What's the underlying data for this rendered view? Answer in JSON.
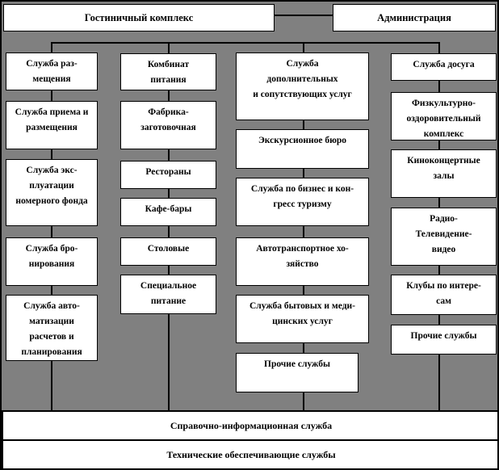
{
  "diagram": {
    "colors": {
      "background": "#808080",
      "box_fill": "#ffffff",
      "line": "#000000",
      "text": "#000000"
    },
    "root": {
      "label": "Гостиничный комплекс"
    },
    "admin": {
      "label": "Администрация"
    },
    "columns": [
      {
        "name": "accommodation",
        "boxes": [
          {
            "label": "Служба раз-\nмещения"
          },
          {
            "label": "Служба приема и\nразмещения"
          },
          {
            "label": "Служба экс-\nплуатации\nномерного фонда"
          },
          {
            "label": "Служба бро-\nнирования"
          },
          {
            "label": "Служба авто-\nматизации\nрасчетов и\nпланирования"
          }
        ]
      },
      {
        "name": "catering",
        "boxes": [
          {
            "label": "Комбинат\nпитания"
          },
          {
            "label": "Фабрика-\nзаготовочная"
          },
          {
            "label": "Рестораны"
          },
          {
            "label": "Кафе-бары"
          },
          {
            "label": "Столовые"
          },
          {
            "label": "Специальное\nпитание"
          }
        ]
      },
      {
        "name": "additional-services",
        "boxes": [
          {
            "label": "Служба\nдополнительных\nи сопутствующих услуг"
          },
          {
            "label": "Экскурсионное бюро"
          },
          {
            "label": "Служба по бизнес и кон-\nгресс туризму"
          },
          {
            "label": "Автотранспортное хо-\nзяйство"
          },
          {
            "label": "Служба бытовых и меди-\nцинских услуг"
          },
          {
            "label": "Прочие службы"
          }
        ]
      },
      {
        "name": "leisure",
        "boxes": [
          {
            "label": "Служба досуга"
          },
          {
            "label": "Физкультурно-\nоздоровительный\nкомплекс"
          },
          {
            "label": "Киноконцертные\nзалы"
          },
          {
            "label": "Радио-\nТелевидение-\nвидео"
          },
          {
            "label": "Клубы по интере-\nсам"
          },
          {
            "label": "Прочие службы"
          }
        ]
      }
    ],
    "footer": [
      {
        "label": "Справочно-информационная служба"
      },
      {
        "label": "Технические обеспечивающие службы"
      }
    ]
  }
}
